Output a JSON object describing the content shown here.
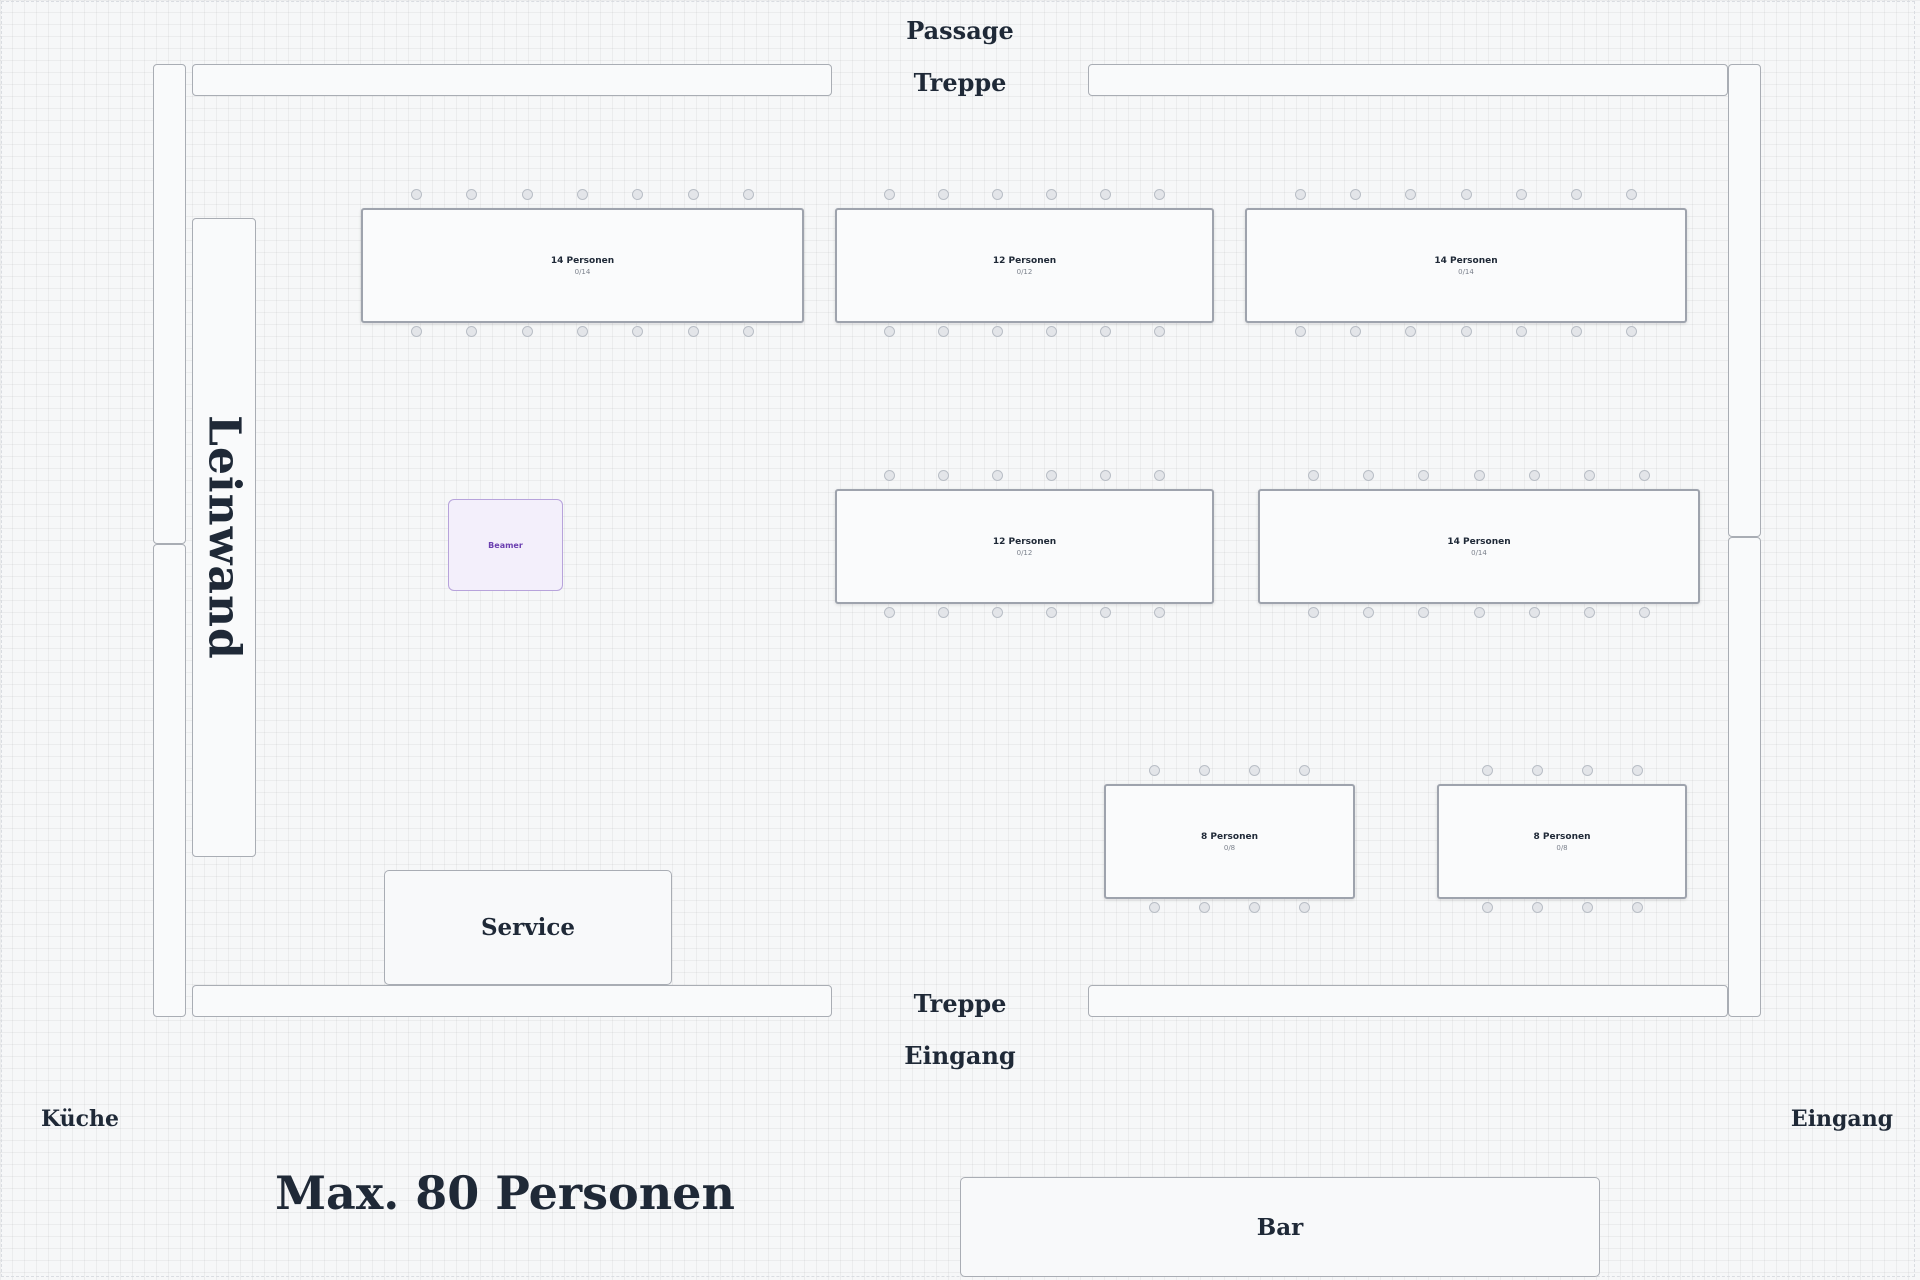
{
  "labels": {
    "passage": "Passage",
    "treppe_top": "Treppe",
    "treppe_bottom": "Treppe",
    "eingang_center": "Eingang",
    "kueche": "Küche",
    "eingang_right": "Eingang",
    "capacity": "Max. 80 Personen"
  },
  "fixtures": {
    "leinwand": "Leinwand",
    "service": "Service",
    "bar": "Bar",
    "beamer": "Beamer"
  },
  "tables": [
    {
      "name": "14 Personen",
      "occupancy": "0/14",
      "seats_per_side": 7
    },
    {
      "name": "12 Personen",
      "occupancy": "0/12",
      "seats_per_side": 6
    },
    {
      "name": "14 Personen",
      "occupancy": "0/14",
      "seats_per_side": 7
    },
    {
      "name": "12 Personen",
      "occupancy": "0/12",
      "seats_per_side": 6
    },
    {
      "name": "14 Personen",
      "occupancy": "0/14",
      "seats_per_side": 7
    },
    {
      "name": "8 Personen",
      "occupancy": "0/8",
      "seats_per_side": 4
    },
    {
      "name": "8 Personen",
      "occupancy": "0/8",
      "seats_per_side": 4
    }
  ],
  "colors": {
    "text": "#1f2937",
    "beamer_accent": "#6b3fb0",
    "beamer_bg": "#f3effb"
  }
}
